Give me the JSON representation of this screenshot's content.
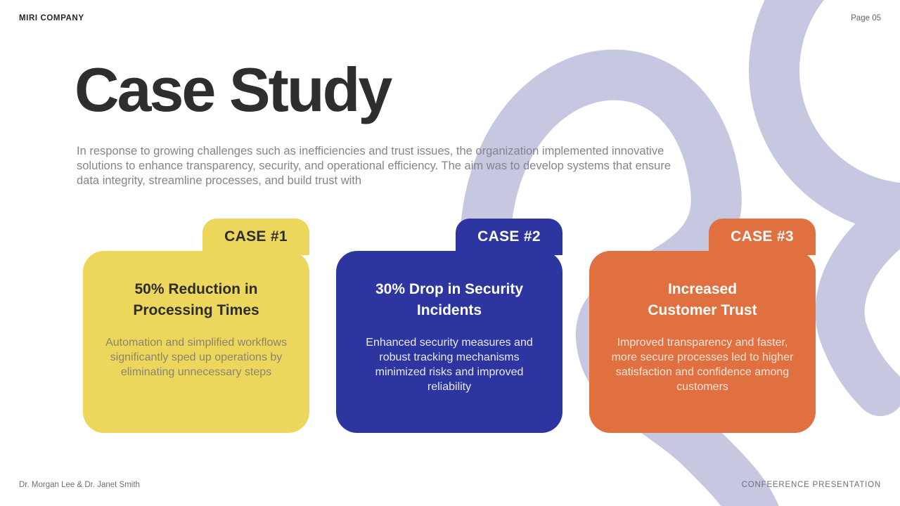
{
  "slide": {
    "header": {
      "company": "MIRI COMPANY",
      "page": "Page 05"
    },
    "title": "Case Study",
    "intro": "In response to growing challenges such as inefficiencies and trust issues, the organization implemented innovative solutions to enhance transparency, security, and operational efficiency. The aim was to develop systems that ensure data integrity, streamline processes, and build trust with",
    "footer": {
      "authors": "Dr. Morgan Lee & Dr. Janet Smith",
      "label": "CONFEERENCE PRESENTATION"
    }
  },
  "cards": [
    {
      "tab": "CASE #1",
      "heading": "50% Reduction in\nProcessing Times",
      "body": "Automation and simplified workflows significantly sped up operations by eliminating unnecessary steps",
      "bg": "#EDD65C",
      "tab_text_color": "#2D2D2D",
      "heading_color": "#2D2D2D",
      "body_text_color": "#8A8471"
    },
    {
      "tab": "CASE #2",
      "heading": "30% Drop in Security\nIncidents",
      "body": "Enhanced security measures and robust tracking mechanisms minimized risks and improved reliability",
      "bg": "#2D35A0",
      "tab_text_color": "#FFFFFF",
      "heading_color": "#FFFFFF",
      "body_text_color": "#E9EAF6"
    },
    {
      "tab": "CASE #3",
      "heading": "Increased\nCustomer Trust",
      "body": "Improved transparency and faster, more secure processes led to higher satisfaction and confidence among customers",
      "bg": "#E0703F",
      "tab_text_color": "#FFFFFF",
      "heading_color": "#FFFFFF",
      "body_text_color": "#F8E4D9"
    }
  ],
  "colors": {
    "background": "#FFFFFF",
    "swirl": "#C6C7E0",
    "title": "#2E2E2E",
    "intro_text": "#84848E",
    "footer_text": "#6E6E78"
  }
}
